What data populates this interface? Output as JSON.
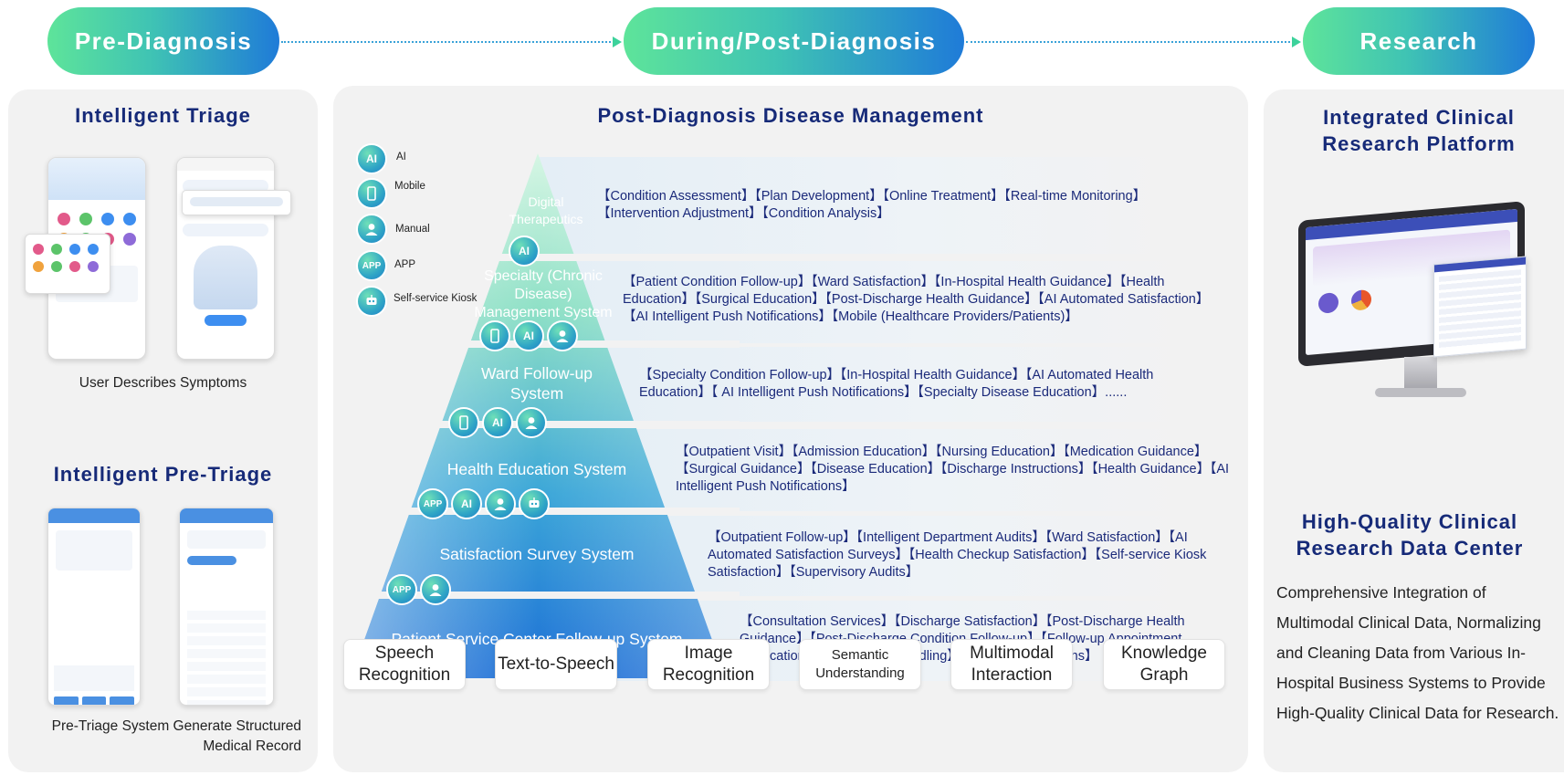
{
  "stages": [
    "Pre-Diagnosis",
    "During/Post-Diagnosis",
    "Research"
  ],
  "left": {
    "title_triage": "Intelligent Triage",
    "caption_triage": "User Describes Symptoms",
    "title_pretriage": "Intelligent Pre-Triage",
    "caption_pretriage": "Pre-Triage System Generate Structured Medical Record"
  },
  "middle": {
    "title": "Post-Diagnosis Disease Management",
    "legend": [
      {
        "icon": "ai-icon",
        "label": "AI"
      },
      {
        "icon": "mobile-icon",
        "label": "Mobile"
      },
      {
        "icon": "person-icon",
        "label": "Manual"
      },
      {
        "icon": "app-icon",
        "label": "APP"
      },
      {
        "icon": "robot-icon",
        "label": "Self-service Kiosk"
      }
    ],
    "tiers": [
      {
        "name": "Digital Therapeutics",
        "content": "【Condition Assessment】【Plan Development】【Online Treatment】【Real-time Monitoring】【Intervention Adjustment】【Condition Analysis】"
      },
      {
        "name": "Specialty (Chronic Disease) Management System",
        "content": "【Patient Condition Follow-up】【Ward Satisfaction】【In-Hospital Health Guidance】【Health Education】【Surgical Education】【Post-Discharge Health Guidance】【AI Automated Satisfaction】【AI Intelligent Push Notifications】【Mobile (Healthcare Providers/Patients)】"
      },
      {
        "name": "Ward Follow-up System",
        "content": "【Specialty Condition Follow-up】【In-Hospital Health Guidance】【AI Automated Health Education】【 AI Intelligent Push Notifications】【Specialty Disease Education】......"
      },
      {
        "name": "Health Education System",
        "content": "【Outpatient Visit】【Admission Education】【Nursing Education】【Medication Guidance】【Surgical Guidance】【Disease Education】【Discharge Instructions】【Health Guidance】【AI Intelligent Push Notifications】"
      },
      {
        "name": "Satisfaction Survey System",
        "content": "【Outpatient Follow-up】【Intelligent Department Audits】【Ward Satisfaction】【AI Automated Satisfaction Surveys】【Health Checkup Satisfaction】【Self-service Kiosk Satisfaction】【Supervisory Audits】"
      },
      {
        "name": "Patient Service Center Follow-up System",
        "content": "【Consultation Services】【Discharge Satisfaction】【Post-Discharge Health Guidance】【Post-Discharge Condition Follow-up】【Follow-up Appointment Notifications】【Complaint Handling】【Patient Suggestions】"
      }
    ],
    "badge_ai": "AI",
    "badge_app": "APP",
    "capabilities": [
      "Speech Recognition",
      "Text-to-Speech",
      "Image Recognition",
      "Semantic Understanding",
      "Multimodal Interaction",
      "Knowledge Graph"
    ]
  },
  "right": {
    "title_platform": "Integrated Clinical Research Platform",
    "title_center": "High-Quality Clinical Research Data Center",
    "description": "Comprehensive Integration of Multimodal Clinical Data, Normalizing and Cleaning Data from Various In-Hospital Business Systems to Provide High-Quality Clinical Data for Research."
  },
  "colors": {
    "title": "#162a78",
    "pill_start": "#5ee49a",
    "pill_end": "#1f7bd8",
    "panel": "#f2f2f2"
  }
}
